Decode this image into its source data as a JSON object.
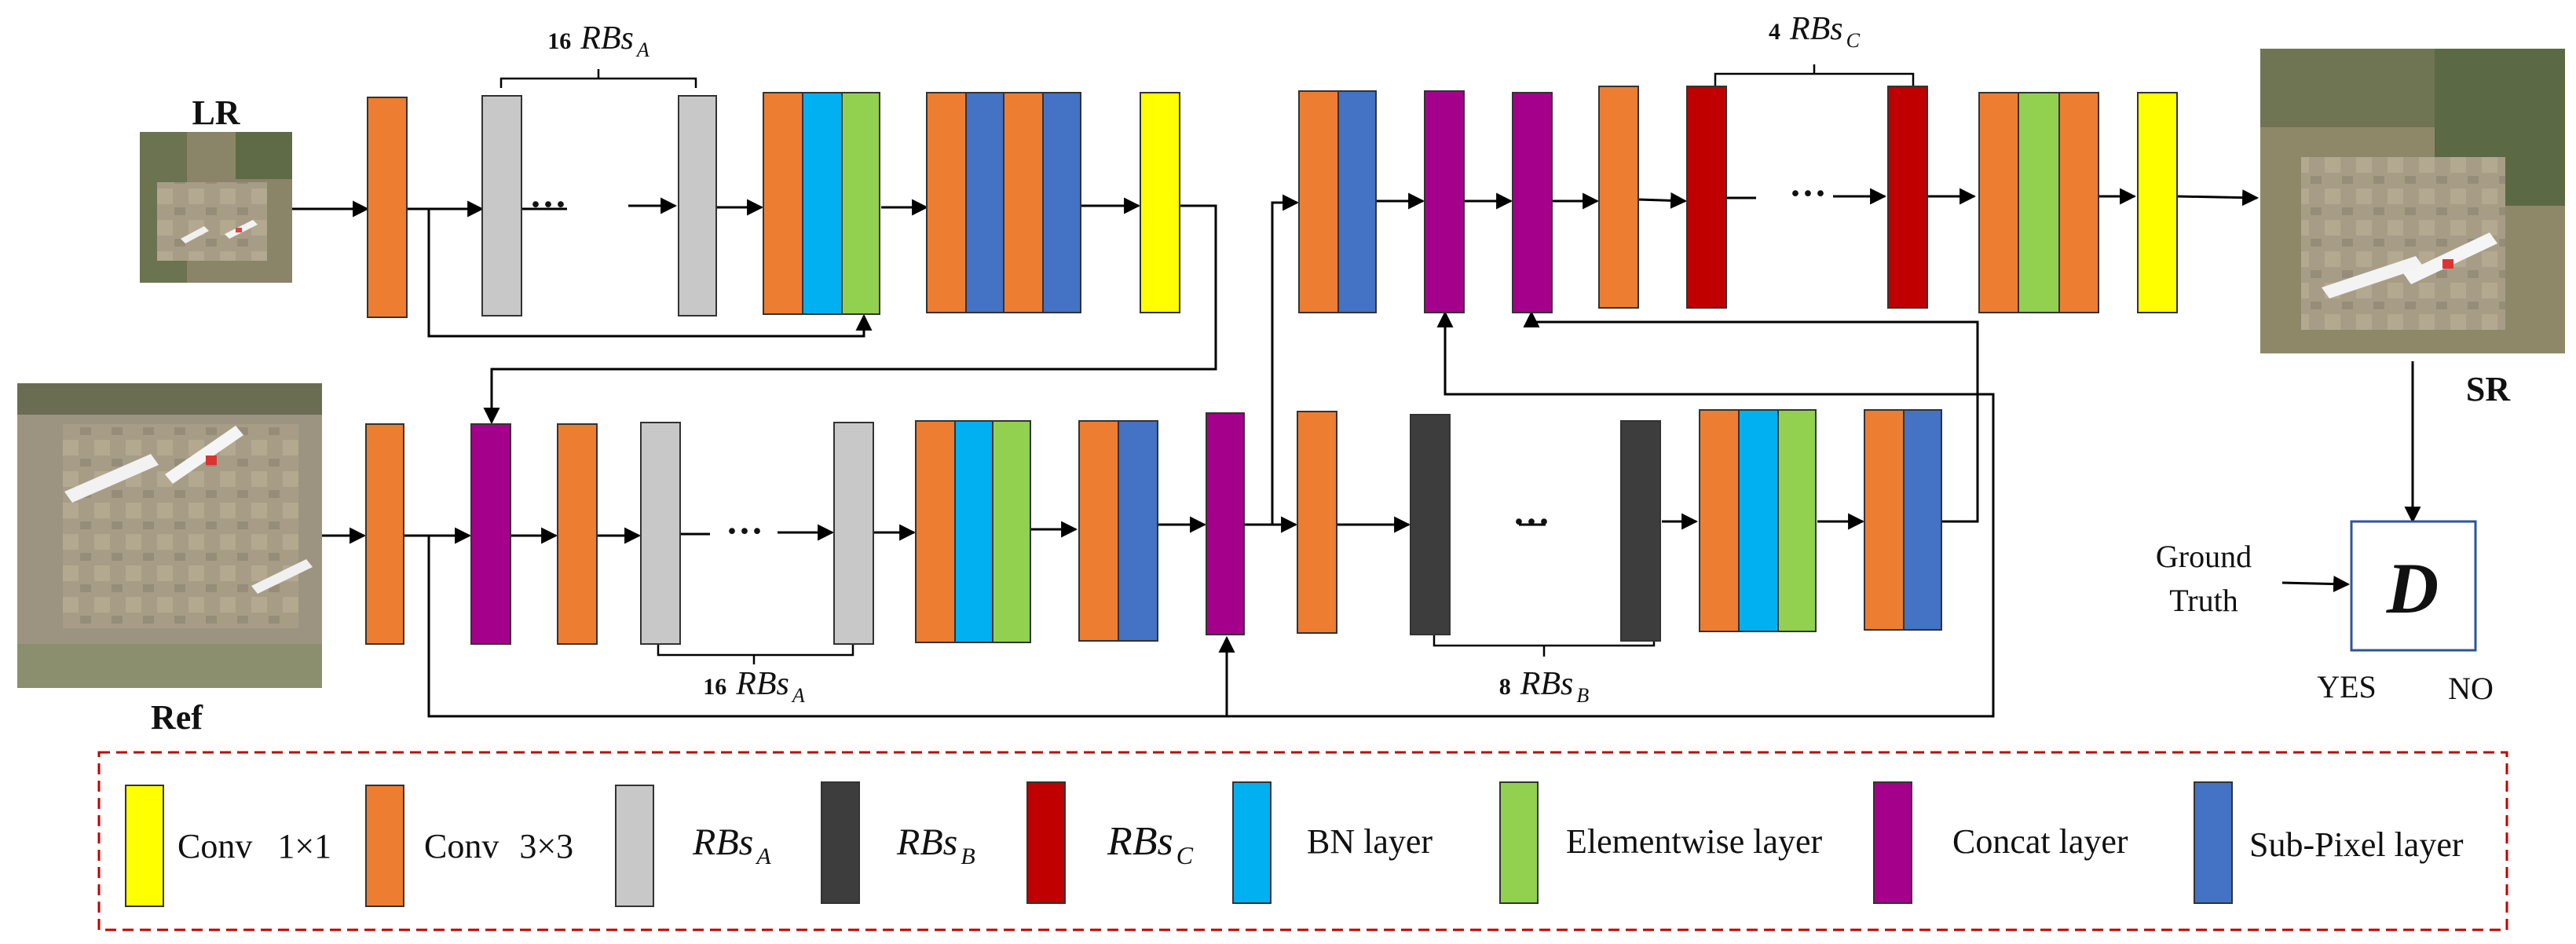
{
  "colors": {
    "conv1x1": "#ffff00",
    "conv3x3": "#ed7d31",
    "rbs_a": "#c8c8c8",
    "rbs_b": "#3d3d3d",
    "rbs_c": "#c00000",
    "bn": "#00b0f0",
    "elementwise": "#92d050",
    "concat": "#a5008b",
    "subpixel": "#4472c4",
    "arrow": "#000000",
    "legend_border": "#c00000",
    "disc_border": "#2f5597"
  },
  "inputs": {
    "lr_label": "LR",
    "ref_label": "Ref",
    "sr_label": "SR"
  },
  "annotations": {
    "top_a": {
      "count": "16",
      "main": "RBs",
      "sub": "A"
    },
    "top_c": {
      "count": "4",
      "main": "RBs",
      "sub": "C"
    },
    "bottom_a": {
      "count": "16",
      "main": "RBs",
      "sub": "A"
    },
    "bottom_b": {
      "count": "8",
      "main": "RBs",
      "sub": "B"
    },
    "ellipsis": "···"
  },
  "discriminator": {
    "symbol": "D",
    "ground_truth_line1": "Ground",
    "ground_truth_line2": "Truth",
    "yes": "YES",
    "no": "NO"
  },
  "legend": {
    "conv1x1": {
      "text": "Conv",
      "size": "1×1"
    },
    "conv3x3": {
      "text": "Conv",
      "size": "3×3"
    },
    "rbs_a": {
      "main": "RBs",
      "sub": "A"
    },
    "rbs_b": {
      "main": "RBs",
      "sub": "B"
    },
    "rbs_c": {
      "main": "RBs",
      "sub": "C"
    },
    "bn": "BN layer",
    "elementwise": "Elementwise layer",
    "concat": "Concat layer",
    "subpixel": "Sub-Pixel layer"
  }
}
